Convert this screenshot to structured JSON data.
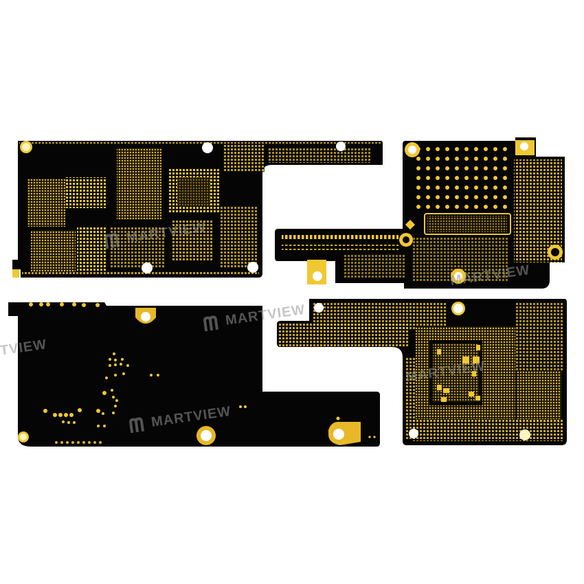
{
  "image": {
    "subject": "Four gold-on-black PCB layout boards (smartphone logic board, front and back layers)",
    "background_color": "#ffffff",
    "board_color": "#050505",
    "pad_color": "#f0c832",
    "hole_color": "#ffffff"
  },
  "watermark": {
    "text": "MARTVIEW",
    "fragments": [
      "MARTVIEW",
      "TVIEW",
      "MARTVIEW",
      "MARTVIEW",
      "MARTVIEW",
      "MARTVIEW"
    ],
    "color": "#8c8c8c"
  },
  "boards": [
    {
      "name": "top-left-board",
      "label": "main logic board top layer"
    },
    {
      "name": "top-right-board",
      "label": "main logic board upper section"
    },
    {
      "name": "bottom-left-board",
      "label": "logic board back side"
    },
    {
      "name": "bottom-right-board",
      "label": "logic board CPU section"
    }
  ]
}
